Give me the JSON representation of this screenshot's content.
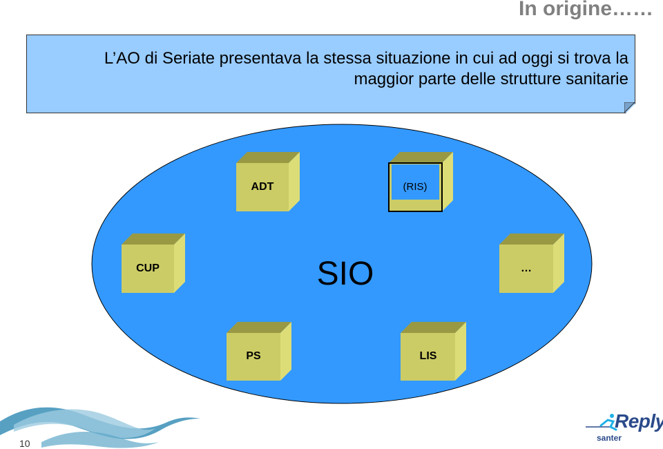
{
  "slide": {
    "title": "In origine……",
    "page_number": "10"
  },
  "callout": {
    "text_line1": "L’AO di Seriate presentava la stessa situazione in cui ad oggi si trova la",
    "text_line2": "maggior parte delle strutture sanitarie"
  },
  "diagram": {
    "center_label": "SIO",
    "ellipse_color": "#3399ff",
    "box_color": "#cccc66",
    "boxes": [
      {
        "id": "adt",
        "label": "ADT",
        "style": "solid"
      },
      {
        "id": "ris",
        "label": "(RIS)",
        "style": "hollow"
      },
      {
        "id": "cup",
        "label": "CUP",
        "style": "solid"
      },
      {
        "id": "more",
        "label": "…",
        "style": "solid"
      },
      {
        "id": "ps",
        "label": "PS",
        "style": "solid"
      },
      {
        "id": "lis",
        "label": "LIS",
        "style": "solid"
      }
    ]
  },
  "logo": {
    "brand": "Reply",
    "sub": "santer"
  }
}
